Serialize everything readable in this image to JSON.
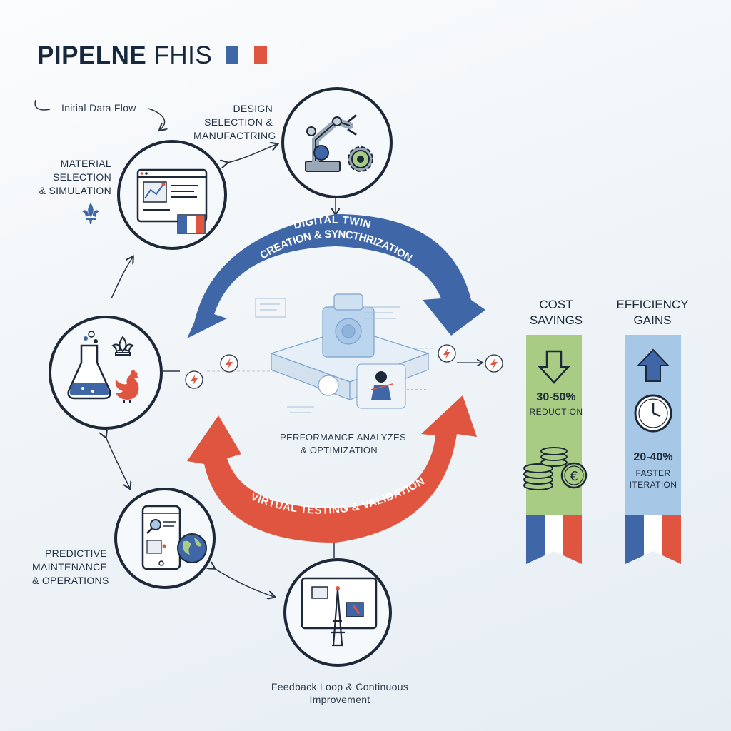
{
  "header": {
    "title_bold": "PIPELNE",
    "title_rest": "FHIS"
  },
  "labels": {
    "initial_flow": "Initial Data Flow",
    "design_1": "DESIGN",
    "design_2": "SELECTION &",
    "design_3": "MANUFACTRING",
    "material_1": "MATERIAL",
    "material_2": "SELECTION",
    "material_3": "& SIMULATION",
    "predictive_1": "PREDICTIVE",
    "predictive_2": "MAINTENANCE",
    "predictive_3": "& OPERATIONS",
    "feedback_1": "Feedback Loop & Continuous",
    "feedback_2": "Improvement",
    "perf_1": "PERFORMANCE ANALYZES",
    "perf_2": "& OPTIMIZATION"
  },
  "arcs": {
    "top_1": "DIGITAL TWIN",
    "top_2": "CREATION & SYNCTHRIZATION",
    "bottom": "VIRTUAL TESTING & VALIDATION"
  },
  "metrics": {
    "cost": {
      "title_1": "COST",
      "title_2": "SAVINGS",
      "value": "30-50%",
      "sub": "REDUCTION"
    },
    "efficiency": {
      "title_1": "EFFICIENCY",
      "title_2": "GAINS",
      "value": "20-40%",
      "sub_1": "FASTER",
      "sub_2": "ITERATION"
    }
  },
  "icons": [
    "robot-arm-icon",
    "gear-icon",
    "monitor-chart-icon",
    "flag-icon",
    "fleur-de-lis-icon",
    "flask-icon",
    "rooster-icon",
    "tablet-icon",
    "globe-icon",
    "eiffel-tower-icon",
    "lightning-icon",
    "arrow-down-icon",
    "arrow-up-icon",
    "coins-icon",
    "euro-icon",
    "clock-icon"
  ],
  "colors": {
    "blue": "#3f66a6",
    "red": "#e0553f",
    "green": "#a9cc84",
    "light_blue": "#a7c7e6",
    "outline": "#1d2838"
  }
}
